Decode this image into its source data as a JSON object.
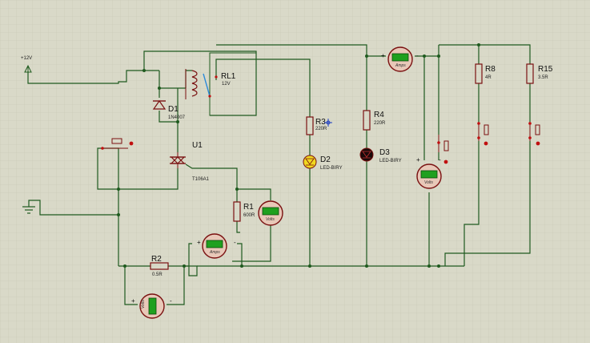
{
  "power": {
    "label": "+12V"
  },
  "relay": {
    "ref": "RL1",
    "value": "12V"
  },
  "diode1": {
    "ref": "D1",
    "value": "1N4007"
  },
  "triac": {
    "ref": "U1",
    "value": "T106A1"
  },
  "r1": {
    "ref": "R1",
    "value": "600R"
  },
  "r2": {
    "ref": "R2",
    "value": "0.5R"
  },
  "r3": {
    "ref": "R3",
    "value": "220R"
  },
  "r4": {
    "ref": "R4",
    "value": "220R"
  },
  "r8": {
    "ref": "R8",
    "value": "4R"
  },
  "r15": {
    "ref": "R15",
    "value": "3.5R"
  },
  "led2": {
    "ref": "D2",
    "value": "LED-BIRY"
  },
  "led3": {
    "ref": "D3",
    "value": "LED-BIRY"
  },
  "meters": {
    "amps_label": "Amps",
    "volts_label": "Volts",
    "plus": "+",
    "minus": "-"
  },
  "colors": {
    "background": "#d9d9c8",
    "grid": "#c7c7b4",
    "wire": "#1e5a1e",
    "component": "#7a1010",
    "meter_display": "#1fa01f",
    "led_on": "#f0d820",
    "led_off": "#1a0a0a"
  }
}
